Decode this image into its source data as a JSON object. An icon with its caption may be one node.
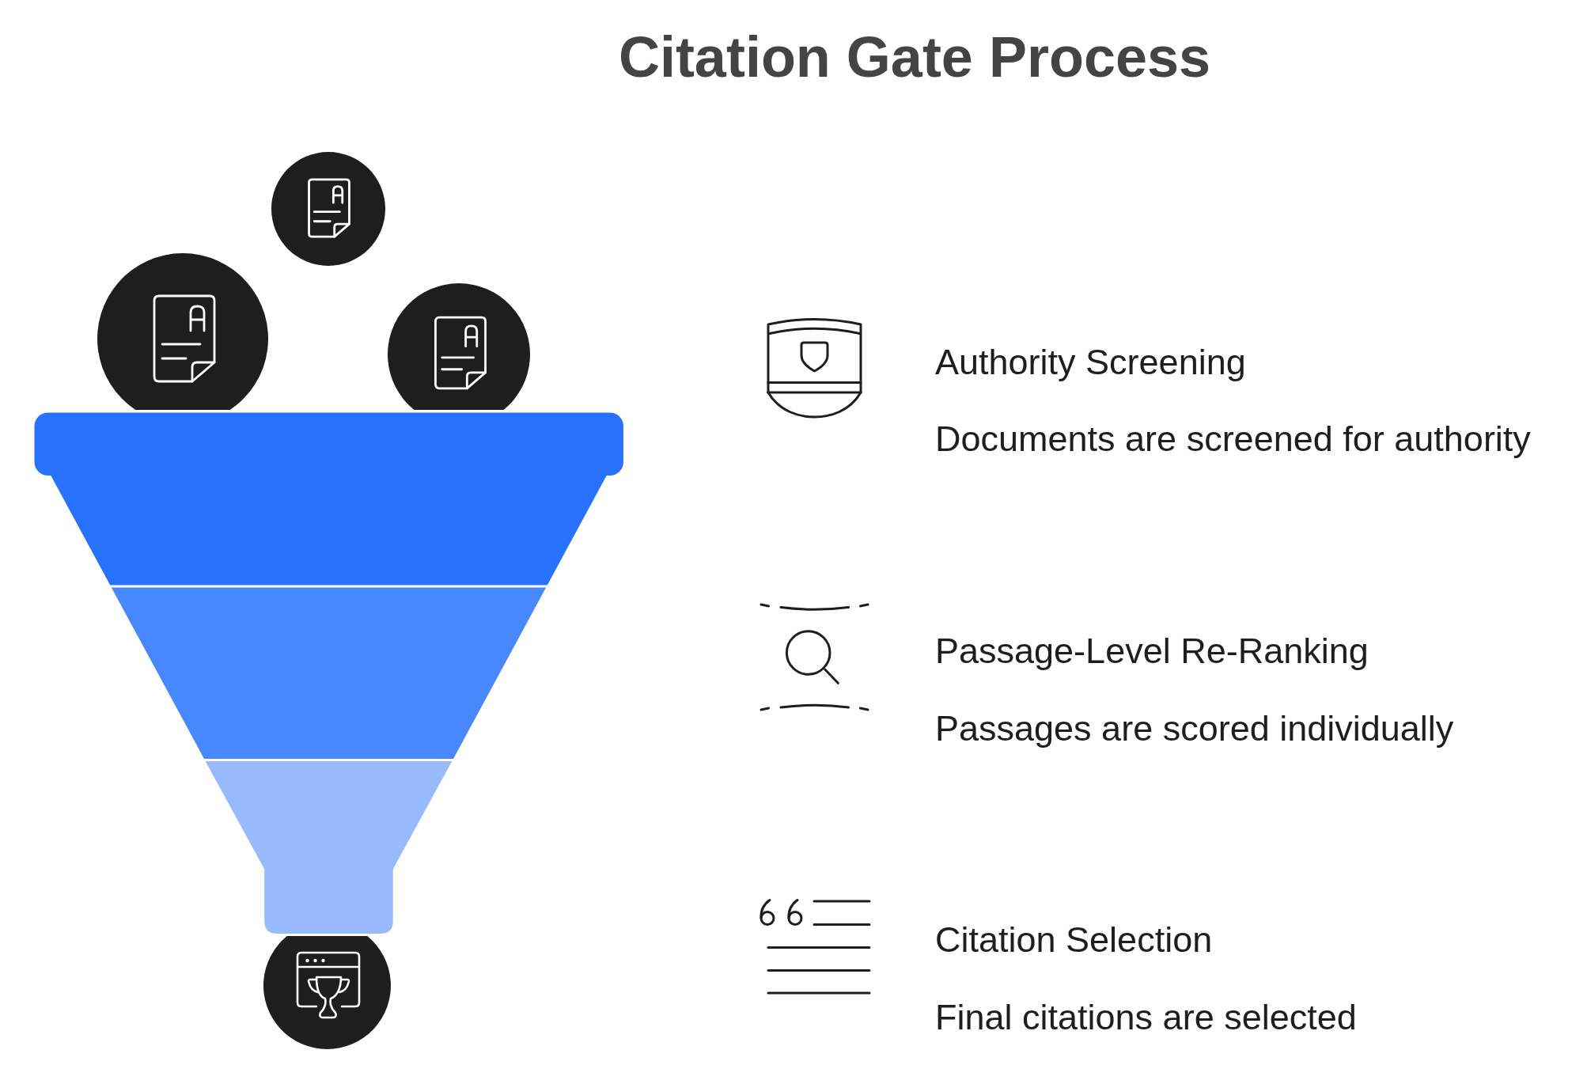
{
  "diagram": {
    "title": "Citation Gate Process",
    "labels": [
      "Authority Screening",
      "Documents are screened for authority",
      "Passage-Level Re-Ranking",
      "Passages are scored individually",
      "Citation Selection",
      "Final citations are selected"
    ]
  }
}
